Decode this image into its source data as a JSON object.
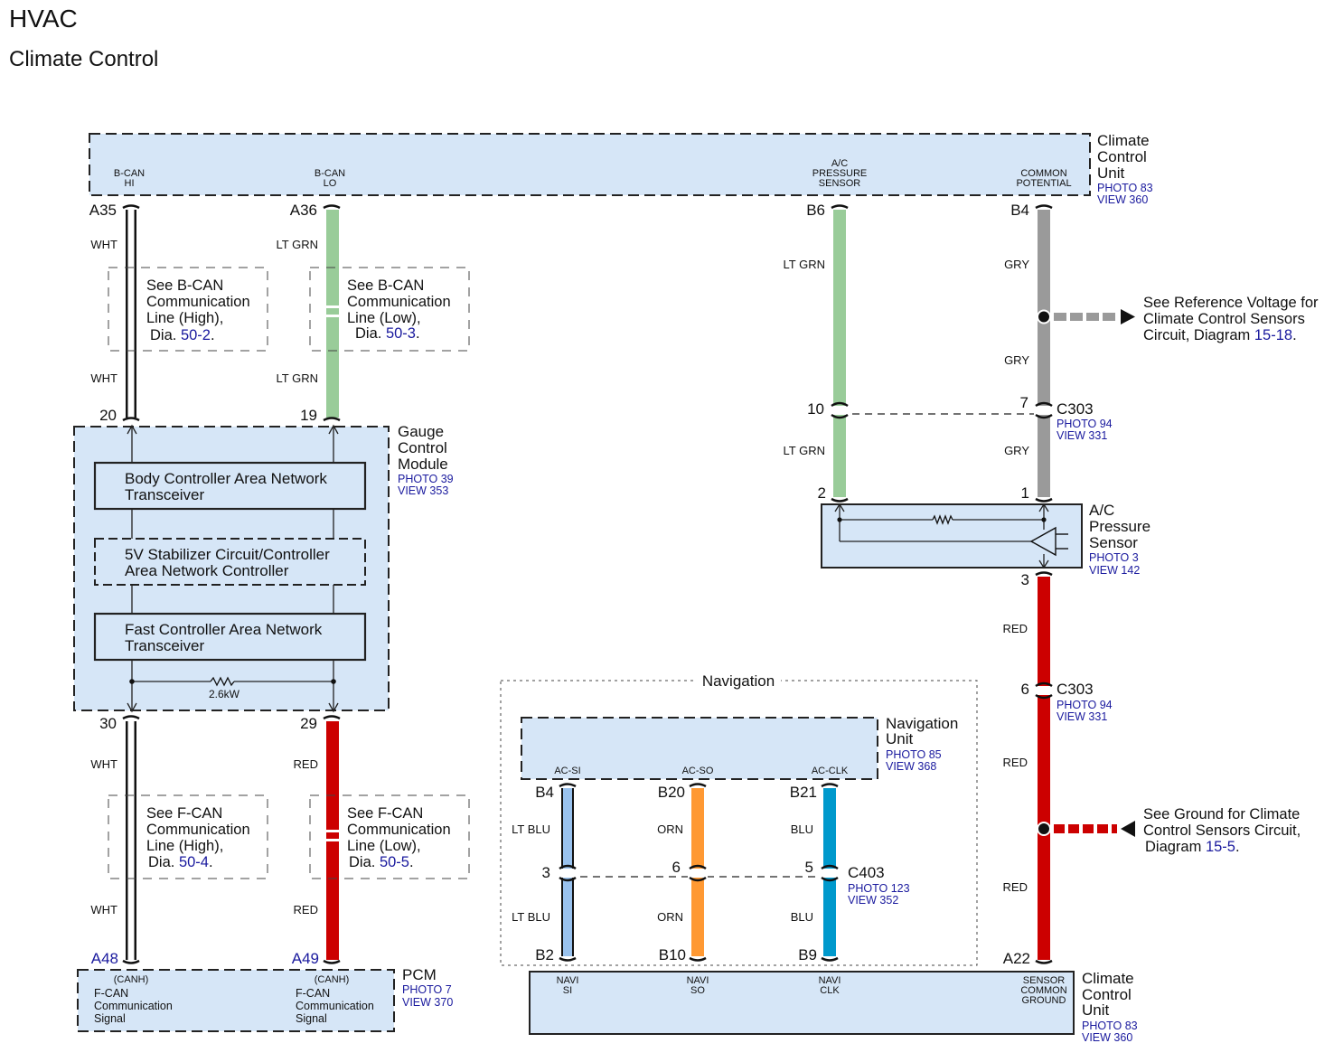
{
  "header": {
    "title": "HVAC",
    "subtitle": "Climate Control"
  },
  "components": {
    "ccu_top": {
      "name": [
        "Climate",
        "Control",
        "Unit"
      ],
      "photo": "PHOTO 83",
      "view": "VIEW 360",
      "pins": {
        "bcan_hi": [
          "B-CAN",
          "HI"
        ],
        "bcan_lo": [
          "B-CAN",
          "LO"
        ],
        "ac_press": [
          "A/C",
          "PRESSURE",
          "SENSOR"
        ],
        "common": [
          "COMMON",
          "POTENTIAL"
        ]
      }
    },
    "gcm": {
      "name": [
        "Gauge",
        "Control",
        "Module"
      ],
      "photo": "PHOTO 39",
      "view": "VIEW 353",
      "blocks": [
        [
          "Body Controller Area Network",
          "Transceiver"
        ],
        [
          "5V Stabilizer Circuit/Controller",
          "Area Network Controller"
        ],
        [
          "Fast Controller Area Network",
          "Transceiver"
        ]
      ],
      "resistor": "2.6kW"
    },
    "ac_sensor": {
      "name": [
        "A/C",
        "Pressure",
        "Sensor"
      ],
      "photo": "PHOTO 3",
      "view": "VIEW 142"
    },
    "pcm": {
      "name": "PCM",
      "photo": "PHOTO 7",
      "view": "VIEW 370",
      "pins": {
        "canh_left": [
          "(CANH)",
          "F-CAN",
          "Communication",
          "Signal"
        ],
        "canh_right": [
          "(CANH)",
          "F-CAN",
          "Communication",
          "Signal"
        ]
      }
    },
    "navigation": {
      "group_label": "Navigation",
      "name": [
        "Navigation",
        "Unit"
      ],
      "photo": "PHOTO 85",
      "view": "VIEW 368",
      "pins": {
        "si": "AC-SI",
        "so": "AC-SO",
        "clk": "AC-CLK"
      }
    },
    "ccu_bottom": {
      "name": [
        "Climate",
        "Control",
        "Unit"
      ],
      "photo": "PHOTO 83",
      "view": "VIEW 360",
      "pins": {
        "si": [
          "NAVI",
          "SI"
        ],
        "so": [
          "NAVI",
          "SO"
        ],
        "clk": [
          "NAVI",
          "CLK"
        ],
        "gnd": [
          "SENSOR",
          "COMMON",
          "GROUND"
        ]
      }
    }
  },
  "connectors": {
    "c303_upper": {
      "name": "C303",
      "photo": "PHOTO 94",
      "view": "VIEW 331"
    },
    "c303_lower": {
      "name": "C303",
      "photo": "PHOTO 94",
      "view": "VIEW 331"
    },
    "c403": {
      "name": "C403",
      "photo": "PHOTO 123",
      "view": "VIEW 352"
    }
  },
  "pin_numbers": {
    "a35": "A35",
    "a36": "A36",
    "b6": "B6",
    "b4": "B4",
    "p20": "20",
    "p19": "19",
    "p30": "30",
    "p29": "29",
    "a48": "A48",
    "a49": "A49",
    "p10": "10",
    "p7": "7",
    "p2": "2",
    "p1": "1",
    "p3": "3",
    "p6": "6",
    "a22": "A22",
    "nb4": "B4",
    "nb20": "B20",
    "nb21": "B21",
    "n3": "3",
    "n6": "6",
    "n5": "5",
    "nb2": "B2",
    "nb10": "B10",
    "nb9": "B9"
  },
  "wire_colors": {
    "wht": "WHT",
    "lt_grn": "LT GRN",
    "gry": "GRY",
    "red": "RED",
    "lt_blu": "LT BLU",
    "orn": "ORN",
    "blu": "BLU"
  },
  "references": {
    "bcan_high": {
      "lines": [
        "See B-CAN",
        "Communication",
        "Line (High),"
      ],
      "prefix": "Dia. ",
      "link": "50-2",
      "suffix": "."
    },
    "bcan_low": {
      "lines": [
        "See B-CAN",
        "Communication",
        "Line (Low),"
      ],
      "prefix": "Dia. ",
      "link": "50-3",
      "suffix": "."
    },
    "fcan_high": {
      "lines": [
        "See F-CAN",
        "Communication",
        "Line (High),"
      ],
      "prefix": "Dia. ",
      "link": "50-4",
      "suffix": "."
    },
    "fcan_low": {
      "lines": [
        "See F-CAN",
        "Communication",
        "Line (Low),"
      ],
      "prefix": "Dia. ",
      "link": "50-5",
      "suffix": "."
    },
    "ref_voltage": {
      "lines": [
        "See Reference Voltage for",
        "Climate Control Sensors"
      ],
      "prefix": "Circuit, Diagram ",
      "link": "15-18",
      "suffix": "."
    },
    "ground": {
      "lines": [
        "See Ground for Climate",
        "Control Sensors Circuit,"
      ],
      "prefix": "Diagram ",
      "link": "15-5",
      "suffix": "."
    }
  },
  "colors": {
    "wire_white": "#ffffff",
    "wire_lt_green": "#99cc99",
    "wire_gray": "#9a9a9a",
    "wire_red": "#cc0000",
    "wire_lt_blue": "#99c2ee",
    "wire_orange": "#ff9933",
    "wire_blue": "#0099cc",
    "component_fill": "#d6e6f7",
    "link_blue": "#1a1a9e"
  },
  "icons": [
    "resistor-icon",
    "amplifier-icon",
    "arrow-right-icon",
    "arrow-left-icon",
    "splice-dot-icon"
  ]
}
